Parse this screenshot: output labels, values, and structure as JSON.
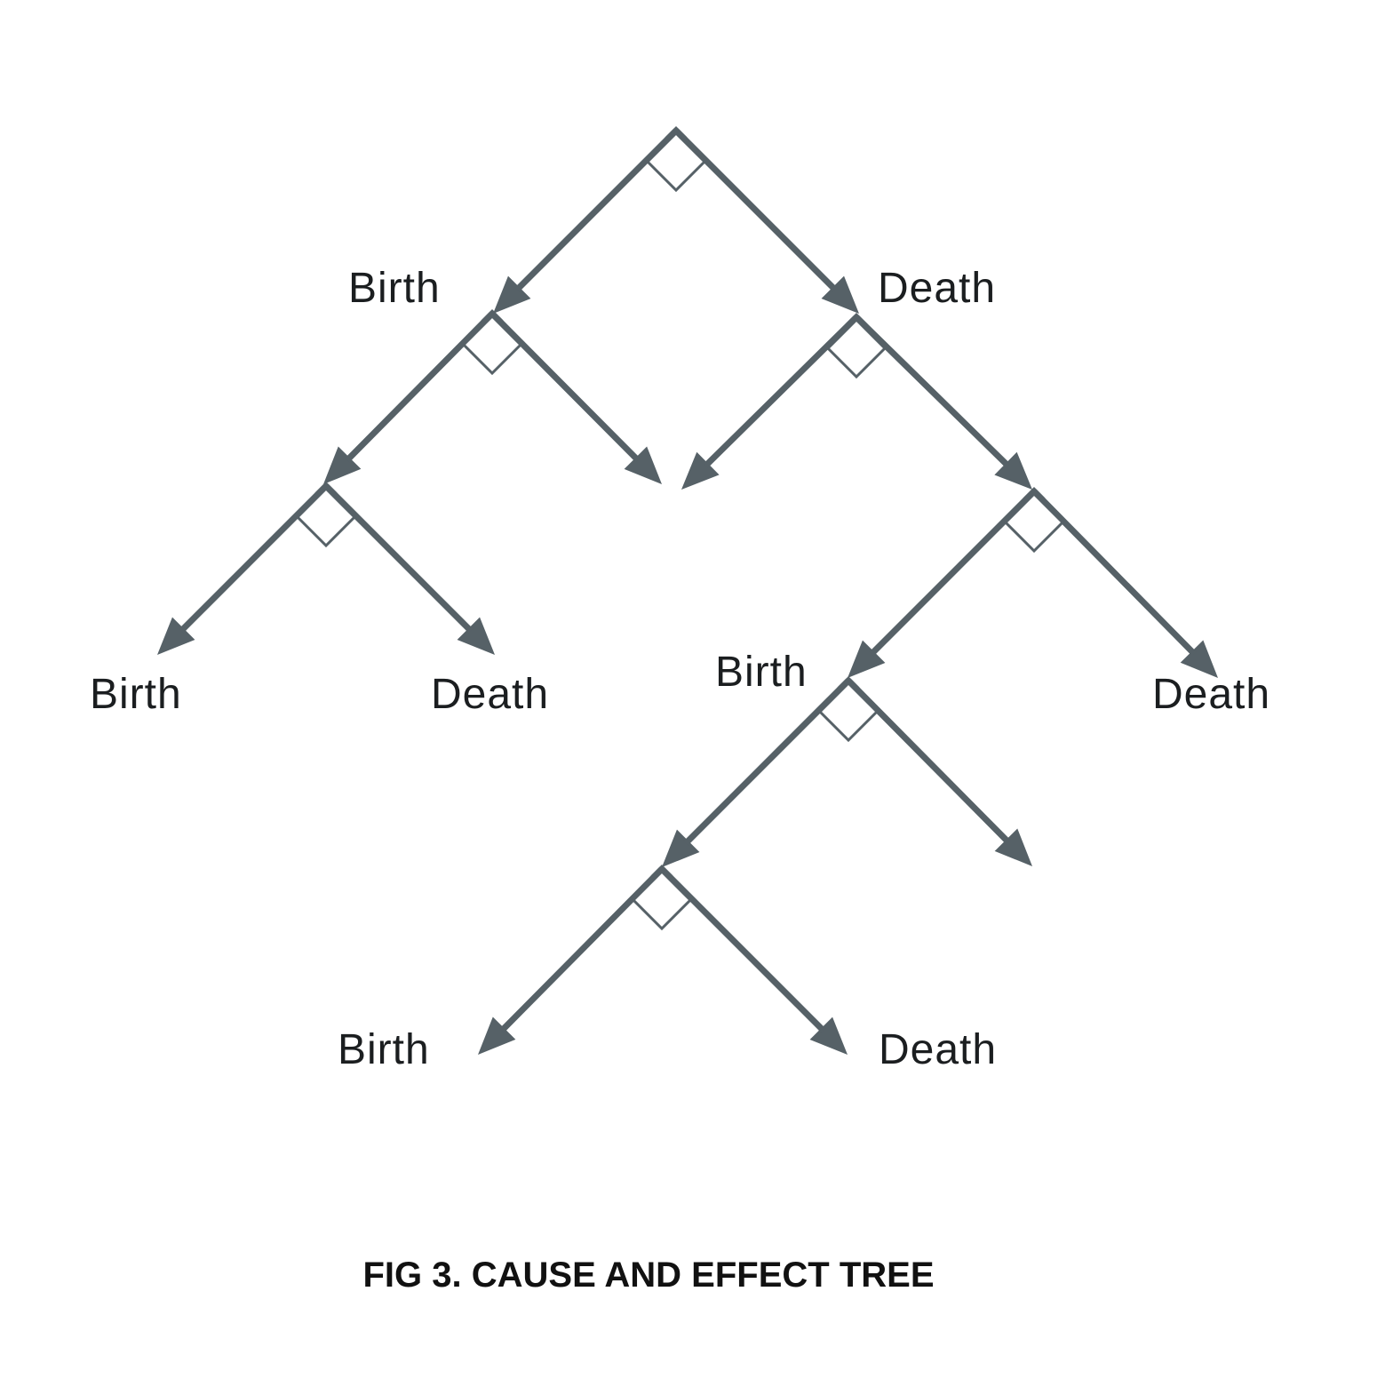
{
  "figure": {
    "caption": "FIG 3. CAUSE AND EFFECT TREE"
  },
  "labels": {
    "birth": "Birth",
    "death": "Death"
  },
  "colors": {
    "stroke": "#566167",
    "text": "#1b1e20",
    "caption": "#111111",
    "background": "#ffffff"
  }
}
